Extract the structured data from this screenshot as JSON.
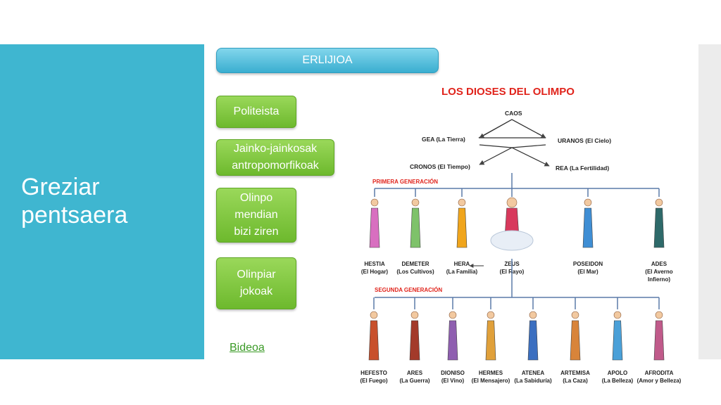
{
  "slide": {
    "title_lines": [
      "Greziar",
      "pentsaera"
    ]
  },
  "header_button": "ERLIJIOA",
  "buttons": [
    {
      "id": "politeista",
      "label": "Politeista"
    },
    {
      "id": "antropomorfikoak",
      "label": "Jainko-jainkosak\nantropomorfikoak"
    },
    {
      "id": "olinpo",
      "label": "Olinpo\nmendian\nbizi ziren"
    },
    {
      "id": "jokoak",
      "label": "Olinpiar\njokoak"
    }
  ],
  "link": "Bideoa",
  "diagram": {
    "title": "LOS DIOSES DEL OLIMPO",
    "caos": "CAOS",
    "gea": "GEA (La Tierra)",
    "uranos": "URANOS (El Cielo)",
    "cronos": "CRONOS (El Tiempo)",
    "rea": "REA (La Fertilidad)",
    "primera": "PRIMERA GENERACIÓN",
    "segunda": "SEGUNDA GENERACIÓN",
    "gen1": [
      {
        "name": "HESTIA",
        "role": "(El Hogar)",
        "color": "#d86fc0"
      },
      {
        "name": "DEMETER",
        "role": "(Los Cultivos)",
        "color": "#7ec26a"
      },
      {
        "name": "HERA",
        "role": "(La Familia)",
        "color": "#f0a51c"
      },
      {
        "name": "ZEUS",
        "role": "(El Rayo)",
        "color": "#d8395c"
      },
      {
        "name": "POSEIDON",
        "role": "(El Mar)",
        "color": "#3f8ed4"
      },
      {
        "name": "ADES",
        "role": "(El Averno",
        "role2": "Infierno)",
        "color": "#2e6a6a"
      }
    ],
    "gen2": [
      {
        "name": "HEFESTO",
        "role": "(El Fuego)",
        "color": "#c8502c"
      },
      {
        "name": "ARES",
        "role": "(La Guerra)",
        "color": "#a33a2a"
      },
      {
        "name": "DIONISO",
        "role": "(El Vino)",
        "color": "#8f5fb0"
      },
      {
        "name": "HERMES",
        "role": "(El Mensajero)",
        "color": "#e0a03a"
      },
      {
        "name": "ATENEA",
        "role": "(La Sabiduría)",
        "color": "#3b6fc0"
      },
      {
        "name": "ARTEMISA",
        "role": "(La Caza)",
        "color": "#d8843a"
      },
      {
        "name": "APOLO",
        "role": "(La Belleza)",
        "color": "#4aa0d8"
      },
      {
        "name": "AFRODITA",
        "role": "(Amor y Belleza)",
        "color": "#c05a8a"
      }
    ]
  }
}
